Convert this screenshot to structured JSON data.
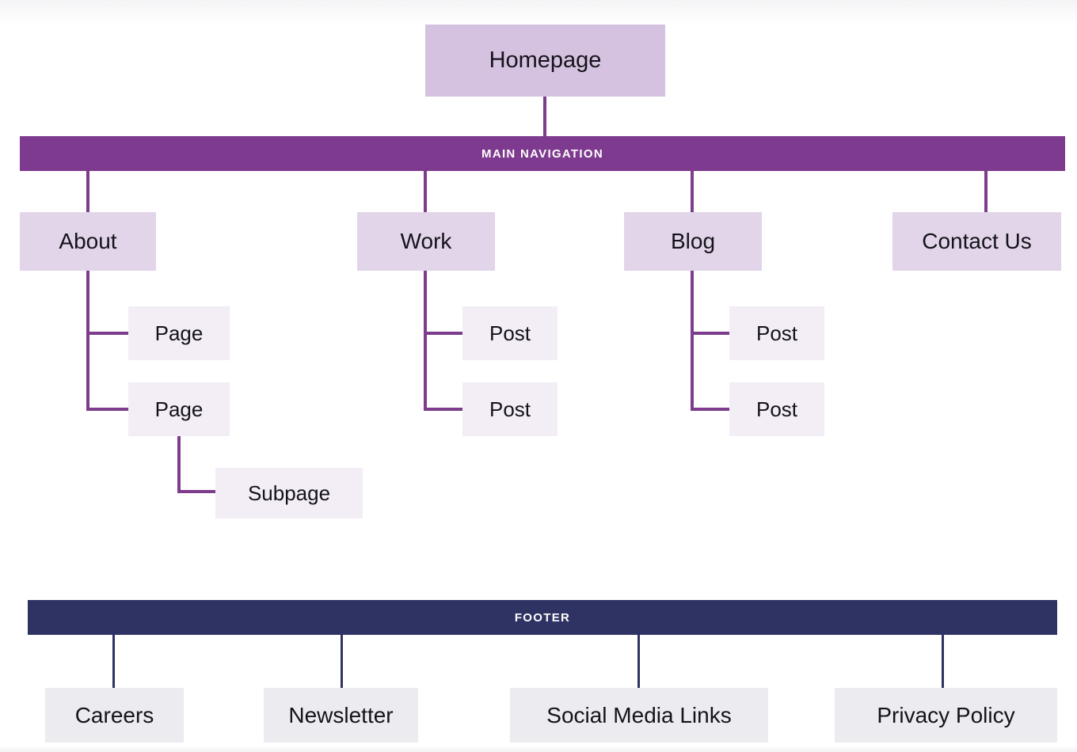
{
  "diagram": {
    "type": "sitemap-tree",
    "title_node": "Homepage",
    "colors": {
      "root_fill": "#d5c2e0",
      "level1_fill": "#e2d5ea",
      "level2_fill": "#f3edf6",
      "nav_band": "#7e3a8e",
      "footer_band": "#2f3363",
      "footer_item_fill": "#ebebf0",
      "connector_purple": "#7d3c8c",
      "connector_navy": "#2f3363",
      "text": "#15131a",
      "band_text": "#ffffff"
    }
  },
  "root": {
    "label": "Homepage"
  },
  "main_navigation": {
    "band_label": "MAIN NAVIGATION",
    "items": [
      {
        "label": "About",
        "children": [
          {
            "label": "Page",
            "children": []
          },
          {
            "label": "Page",
            "children": [
              {
                "label": "Subpage"
              }
            ]
          }
        ]
      },
      {
        "label": "Work",
        "children": [
          {
            "label": "Post",
            "children": []
          },
          {
            "label": "Post",
            "children": []
          }
        ]
      },
      {
        "label": "Blog",
        "children": [
          {
            "label": "Post",
            "children": []
          },
          {
            "label": "Post",
            "children": []
          }
        ]
      },
      {
        "label": "Contact Us",
        "children": []
      }
    ]
  },
  "footer": {
    "band_label": "FOOTER",
    "items": [
      {
        "label": "Careers"
      },
      {
        "label": "Newsletter"
      },
      {
        "label": "Social Media Links"
      },
      {
        "label": "Privacy Policy"
      }
    ]
  }
}
